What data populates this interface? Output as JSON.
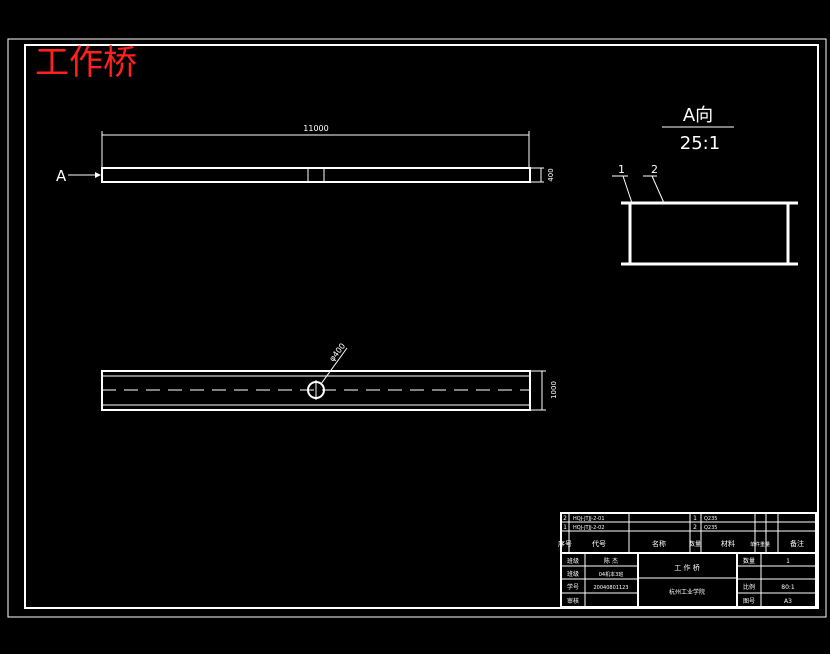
{
  "drawing": {
    "title_mark": "工作桥",
    "view_label": "A",
    "detail": {
      "label": "A向",
      "scale": "25:1",
      "leader_1": "1",
      "leader_2": "2"
    },
    "dims": {
      "length": "11000",
      "height": "400",
      "width": "1000",
      "hole": "φ400"
    }
  },
  "title_block": {
    "parts": [
      {
        "no": "2",
        "code": "HQJ-JTJJ-2-01",
        "qty": "1",
        "material": "Q235"
      },
      {
        "no": "1",
        "code": "HQJ-JTJJ-2-02",
        "qty": "2",
        "material": "Q235"
      }
    ],
    "headers": {
      "seq": "序号",
      "code": "代号",
      "name": "名称",
      "qty": "数量",
      "material": "材料",
      "unit_weight": "单件重量",
      "remark": "备注"
    },
    "rows": {
      "design_label": "班级",
      "design_value": "陈  杰",
      "class_label": "班级",
      "class_value": "04机本3班",
      "id_label": "学号",
      "id_value": "20040801123",
      "review_label": "审核"
    },
    "drawing_title": "工  作  桥",
    "school": "杭州工业学院",
    "qty_label": "数量",
    "qty_value": "1",
    "scale_label": "比例",
    "scale_value": "80:1",
    "sheet_label": "图号",
    "sheet_value": "A3"
  }
}
